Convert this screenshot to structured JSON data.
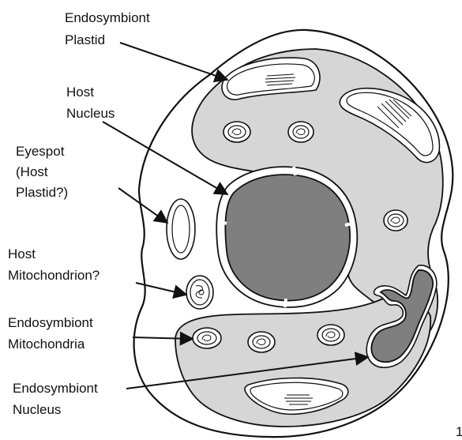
{
  "labels": {
    "endosymbiont_plastid": [
      "Endosymbiont",
      "Plastid"
    ],
    "host_nucleus": [
      "Host",
      "Nucleus"
    ],
    "eyespot": [
      "Eyespot",
      "(Host",
      "Plastid?)"
    ],
    "host_mitochondrion": [
      "Host",
      "Mitochondrion?"
    ],
    "endosymbiont_mitochondria": [
      "Endosymbiont",
      "Mitochondria"
    ],
    "endosymbiont_nucleus": [
      "Endosymbiont",
      "Nucleus"
    ]
  },
  "corner_mark": "1",
  "colors": {
    "cytoplasm_region": "#d6d6d6",
    "nucleus": "#7f7f7f",
    "outline": "#111111"
  }
}
